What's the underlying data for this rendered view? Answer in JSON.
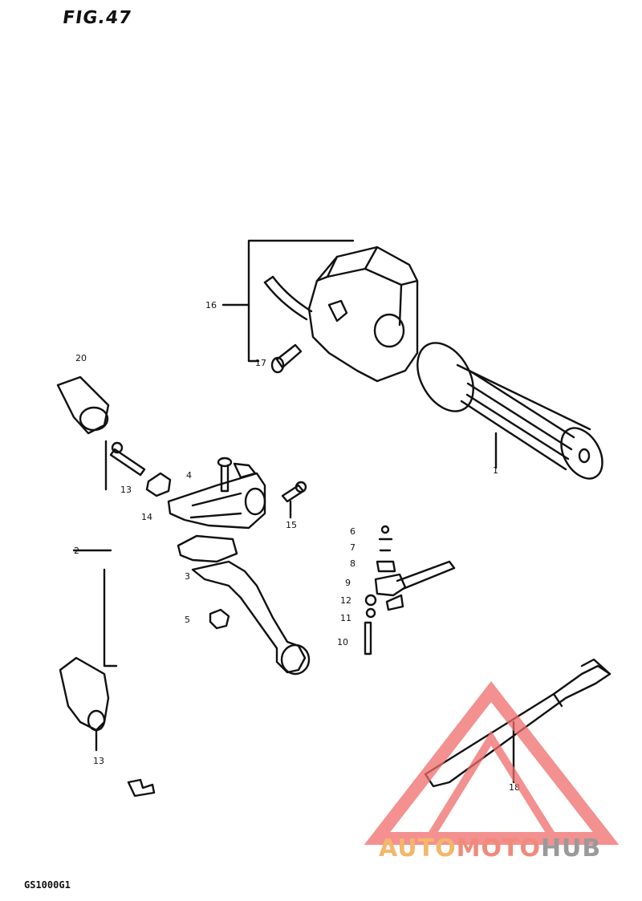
{
  "figure": {
    "title": "FIG.47",
    "model": "GS1000G1"
  },
  "callouts": [
    {
      "id": "c16",
      "label": "16"
    },
    {
      "id": "c17",
      "label": "17"
    },
    {
      "id": "c1",
      "label": "1"
    },
    {
      "id": "c20",
      "label": "20"
    },
    {
      "id": "c13a",
      "label": "13"
    },
    {
      "id": "c4",
      "label": "4"
    },
    {
      "id": "c14",
      "label": "14"
    },
    {
      "id": "c15",
      "label": "15"
    },
    {
      "id": "c2",
      "label": "2"
    },
    {
      "id": "c3",
      "label": "3"
    },
    {
      "id": "c5",
      "label": "5"
    },
    {
      "id": "c6",
      "label": "6"
    },
    {
      "id": "c7",
      "label": "7"
    },
    {
      "id": "c8",
      "label": "8"
    },
    {
      "id": "c9",
      "label": "9"
    },
    {
      "id": "c12",
      "label": "12"
    },
    {
      "id": "c11",
      "label": "11"
    },
    {
      "id": "c10",
      "label": "10"
    },
    {
      "id": "c13b",
      "label": "13"
    },
    {
      "id": "c18",
      "label": "18"
    }
  ],
  "watermark": {
    "part1": "AUTO",
    "part2": "MOTO",
    "part3": "HUB",
    "colors": {
      "auto": "#f4b66a",
      "moto": "#f08a7a",
      "hub": "#9a9a9a",
      "triangle": "#f06b6b"
    }
  }
}
